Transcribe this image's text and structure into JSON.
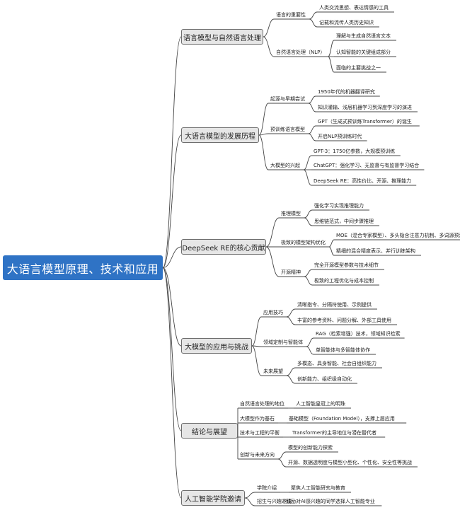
{
  "root": {
    "label": "大语言模型原理、技术和应用"
  },
  "branches": [
    {
      "label": "语言模型与自然语言处理",
      "children": [
        {
          "label": "语言的重要性",
          "leaves": [
            "人类交流思想、表达情感的工具",
            "记载和流传人类历史知识"
          ]
        },
        {
          "label": "自然语言处理（NLP）",
          "leaves": [
            "理解与生成自然语言文本",
            "认知智能的关键组成部分",
            "面临的主要挑战之一"
          ]
        }
      ]
    },
    {
      "label": "大语言模型的发展历程",
      "children": [
        {
          "label": "起源与早期尝试",
          "leaves": [
            "1950年代的机器翻译研究",
            "知识灌输、浅层机器学习到深度学习的演进"
          ]
        },
        {
          "label": "预训练语言模型",
          "leaves": [
            "GPT（生成式预训练Transformer）的诞生",
            "开启NLP预训练时代"
          ]
        },
        {
          "label": "大模型的兴起",
          "leaves": [
            "GPT-3：1750亿参数，大规模预训练",
            "ChatGPT：强化学习、无监督与有监督学习结合",
            "DeepSeek RE：高性价比、开源、推理能力"
          ]
        }
      ]
    },
    {
      "label": "DeepSeek RE的核心贡献",
      "children": [
        {
          "label": "推理模型",
          "leaves": [
            "强化学习实现推理能力",
            "思维链范式，中间步骤推理"
          ]
        },
        {
          "label": "极致的模型架构优化",
          "leaves": [
            "MOE（混合专家模型）、多头隐含注意力机制、多词源预测",
            "精细的混合精度表示、并行训练架构"
          ]
        },
        {
          "label": "开源精神",
          "leaves": [
            "完全开源模型参数与技术细节",
            "极致的工程优化与成本控制"
          ]
        }
      ]
    },
    {
      "label": "大模型的应用与挑战",
      "children": [
        {
          "label": "应用技巧",
          "leaves": [
            "清晰指令、分隔符使用、示例提供",
            "丰富的参考资料、问题分解、外部工具使用"
          ]
        },
        {
          "label": "领域定制与智能体",
          "leaves": [
            "RAG（检索增强）技术，领域知识检索",
            "单智能体与多智能体协作"
          ]
        },
        {
          "label": "未来展望",
          "leaves": [
            "多模态、具身智能、社会自组织能力",
            "创新能力、组织级自动化"
          ]
        }
      ]
    },
    {
      "label": "结论与展望",
      "children": [
        {
          "label": "自然语言处理的地位",
          "leaves": [
            "人工智能皇冠上的明珠"
          ]
        },
        {
          "label": "大模型作为基石",
          "leaves": [
            "基础模型（Foundation Model），支撑上层应用"
          ]
        },
        {
          "label": "技术与工程的平衡",
          "leaves": [
            "Transformer的主导地位与潜在替代者"
          ]
        },
        {
          "label": "创新与未来方向",
          "leaves": [
            "模型的创新能力探索",
            "开源、数据透明度与模型小型化、个性化、安全性等挑战"
          ]
        }
      ]
    },
    {
      "label": "人工智能学院邀请",
      "children": [
        {
          "label": "学院介绍",
          "leaves": [
            "聚焦人工智能研究与教育"
          ]
        },
        {
          "label": "招生与兴趣邀请",
          "leaves": [
            "鼓励对AI感兴趣的同学选择人工智能专业"
          ]
        }
      ]
    }
  ]
}
